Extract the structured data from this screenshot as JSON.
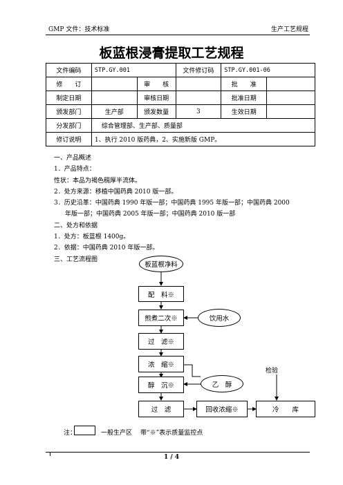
{
  "header": {
    "left": "GMP 文件：技术标准",
    "right": "生产工艺规程"
  },
  "title": "板蓝根浸膏提取工艺规程",
  "meta_table": {
    "r1": {
      "l1": "文件编码",
      "v1": "STP.GY.001",
      "l2": "文件修订码",
      "v2": "STP.GY.001-06"
    },
    "r2": {
      "l1": "修　　订",
      "v1": "",
      "l2": "审　　核",
      "v2": "",
      "l3": "批　　准",
      "v3": ""
    },
    "r3": {
      "l1": "制定日期",
      "v1": "",
      "l2": "审核日期",
      "v2": "",
      "l3": "批准日期",
      "v3": ""
    },
    "r4": {
      "l1": "颁发部门",
      "v1": "生产部",
      "l2": "颁发数量",
      "v2": "3",
      "l3": "生效日期",
      "v3": ""
    },
    "r5": {
      "l1": "分发部门",
      "v1": "综合管理部、生产部、质量部"
    },
    "r6": {
      "l1": "修订说明",
      "v1": "1、执行 2010 版药典，2、实施新版 GMP。"
    }
  },
  "body": {
    "s1": "一、产品概述",
    "s1_1": "1．产品特点：",
    "s1_2": "性状：本品为褐色稠厚半流体。",
    "s1_3": "2．处方来源：移植中国药典 2010 版一部。",
    "s1_4": "3．历史沿革：中国药典 1990 年版一部；中国药典 1995 年版一部；中国药典 2000",
    "s1_5": "年版一部；中国药典 2005 年版一部；中国药典 2010 版一部",
    "s2": "二、处方和依据",
    "s2_1": "1．处方：板蓝根 1400g。",
    "s2_2": "2．依据：中国药典 2010 年版一部。",
    "s3": "三、工艺流程图"
  },
  "flow": {
    "start": "板蓝根净料",
    "step1": "配　料※",
    "step2": "煎煮二次※",
    "water": "饮用水",
    "step3": "过　滤※",
    "step4": "浓　缩※",
    "step5": "醇　沉※",
    "ethanol": "乙　醇",
    "step6": "过　滤",
    "recover": "回收浓缩※",
    "cold": "冷　　库",
    "check": "检验"
  },
  "note": {
    "prefix": "注：",
    "general": "一般生产区",
    "mark": "带“※”表示质量监控点"
  },
  "footer": {
    "page": "1 / 4"
  }
}
